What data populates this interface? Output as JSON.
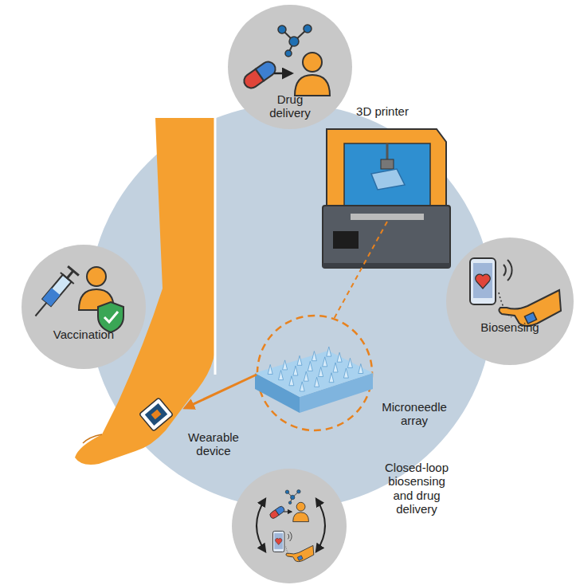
{
  "diagram": {
    "nodes": [
      {
        "text": [
          "Drug delivery"
        ]
      },
      {
        "text": [
          "Vaccination"
        ]
      },
      {
        "text": [
          "Biosensing"
        ]
      },
      {
        "text": [
          "Closed-loop biosensing and drug delivery"
        ]
      }
    ],
    "labels": [
      "3D printer",
      "Wearable device",
      "Microneedle array"
    ]
  }
}
